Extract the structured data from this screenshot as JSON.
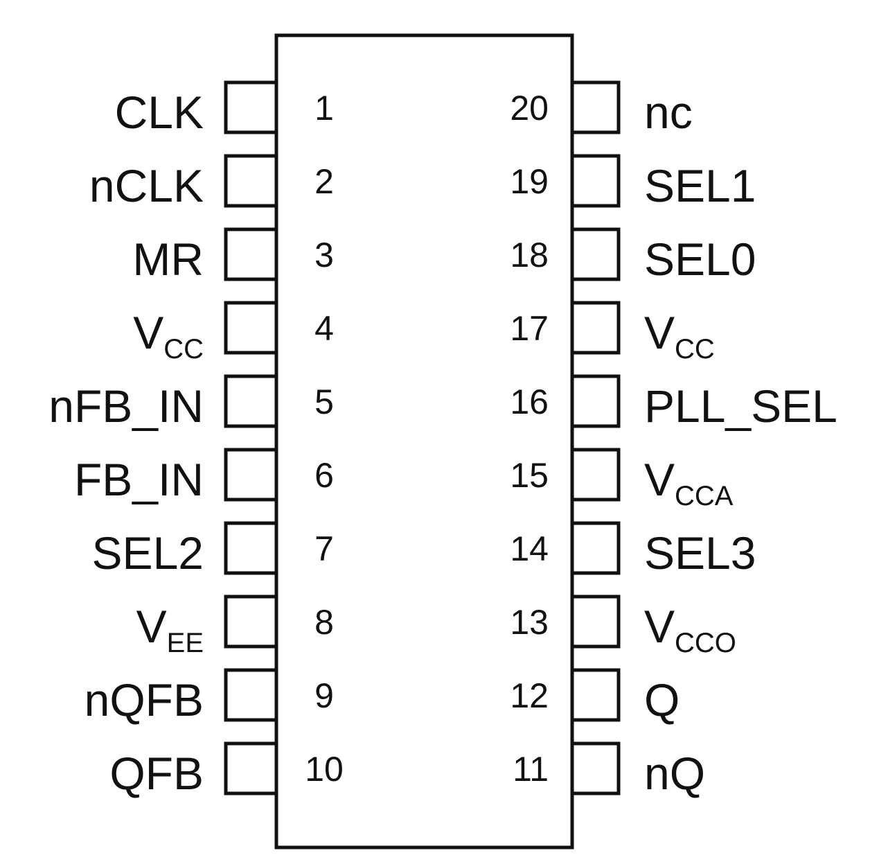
{
  "left_pins": [
    {
      "number": "1",
      "name": "CLK"
    },
    {
      "number": "2",
      "name": "nCLK"
    },
    {
      "number": "3",
      "name": "MR"
    },
    {
      "number": "4",
      "name": "V",
      "subscript": "CC"
    },
    {
      "number": "5",
      "name": "nFB_IN"
    },
    {
      "number": "6",
      "name": "FB_IN"
    },
    {
      "number": "7",
      "name": "SEL2"
    },
    {
      "number": "8",
      "name": "V",
      "subscript": "EE"
    },
    {
      "number": "9",
      "name": "nQFB"
    },
    {
      "number": "10",
      "name": "QFB"
    }
  ],
  "right_pins": [
    {
      "number": "20",
      "name": "nc"
    },
    {
      "number": "19",
      "name": "SEL1"
    },
    {
      "number": "18",
      "name": "SEL0"
    },
    {
      "number": "17",
      "name": "V",
      "subscript": "CC"
    },
    {
      "number": "16",
      "name": "PLL_SEL"
    },
    {
      "number": "15",
      "name": "V",
      "subscript": "CCA"
    },
    {
      "number": "14",
      "name": "SEL3"
    },
    {
      "number": "13",
      "name": "V",
      "subscript": "CCO"
    },
    {
      "number": "12",
      "name": "Q"
    },
    {
      "number": "11",
      "name": "nQ"
    }
  ]
}
